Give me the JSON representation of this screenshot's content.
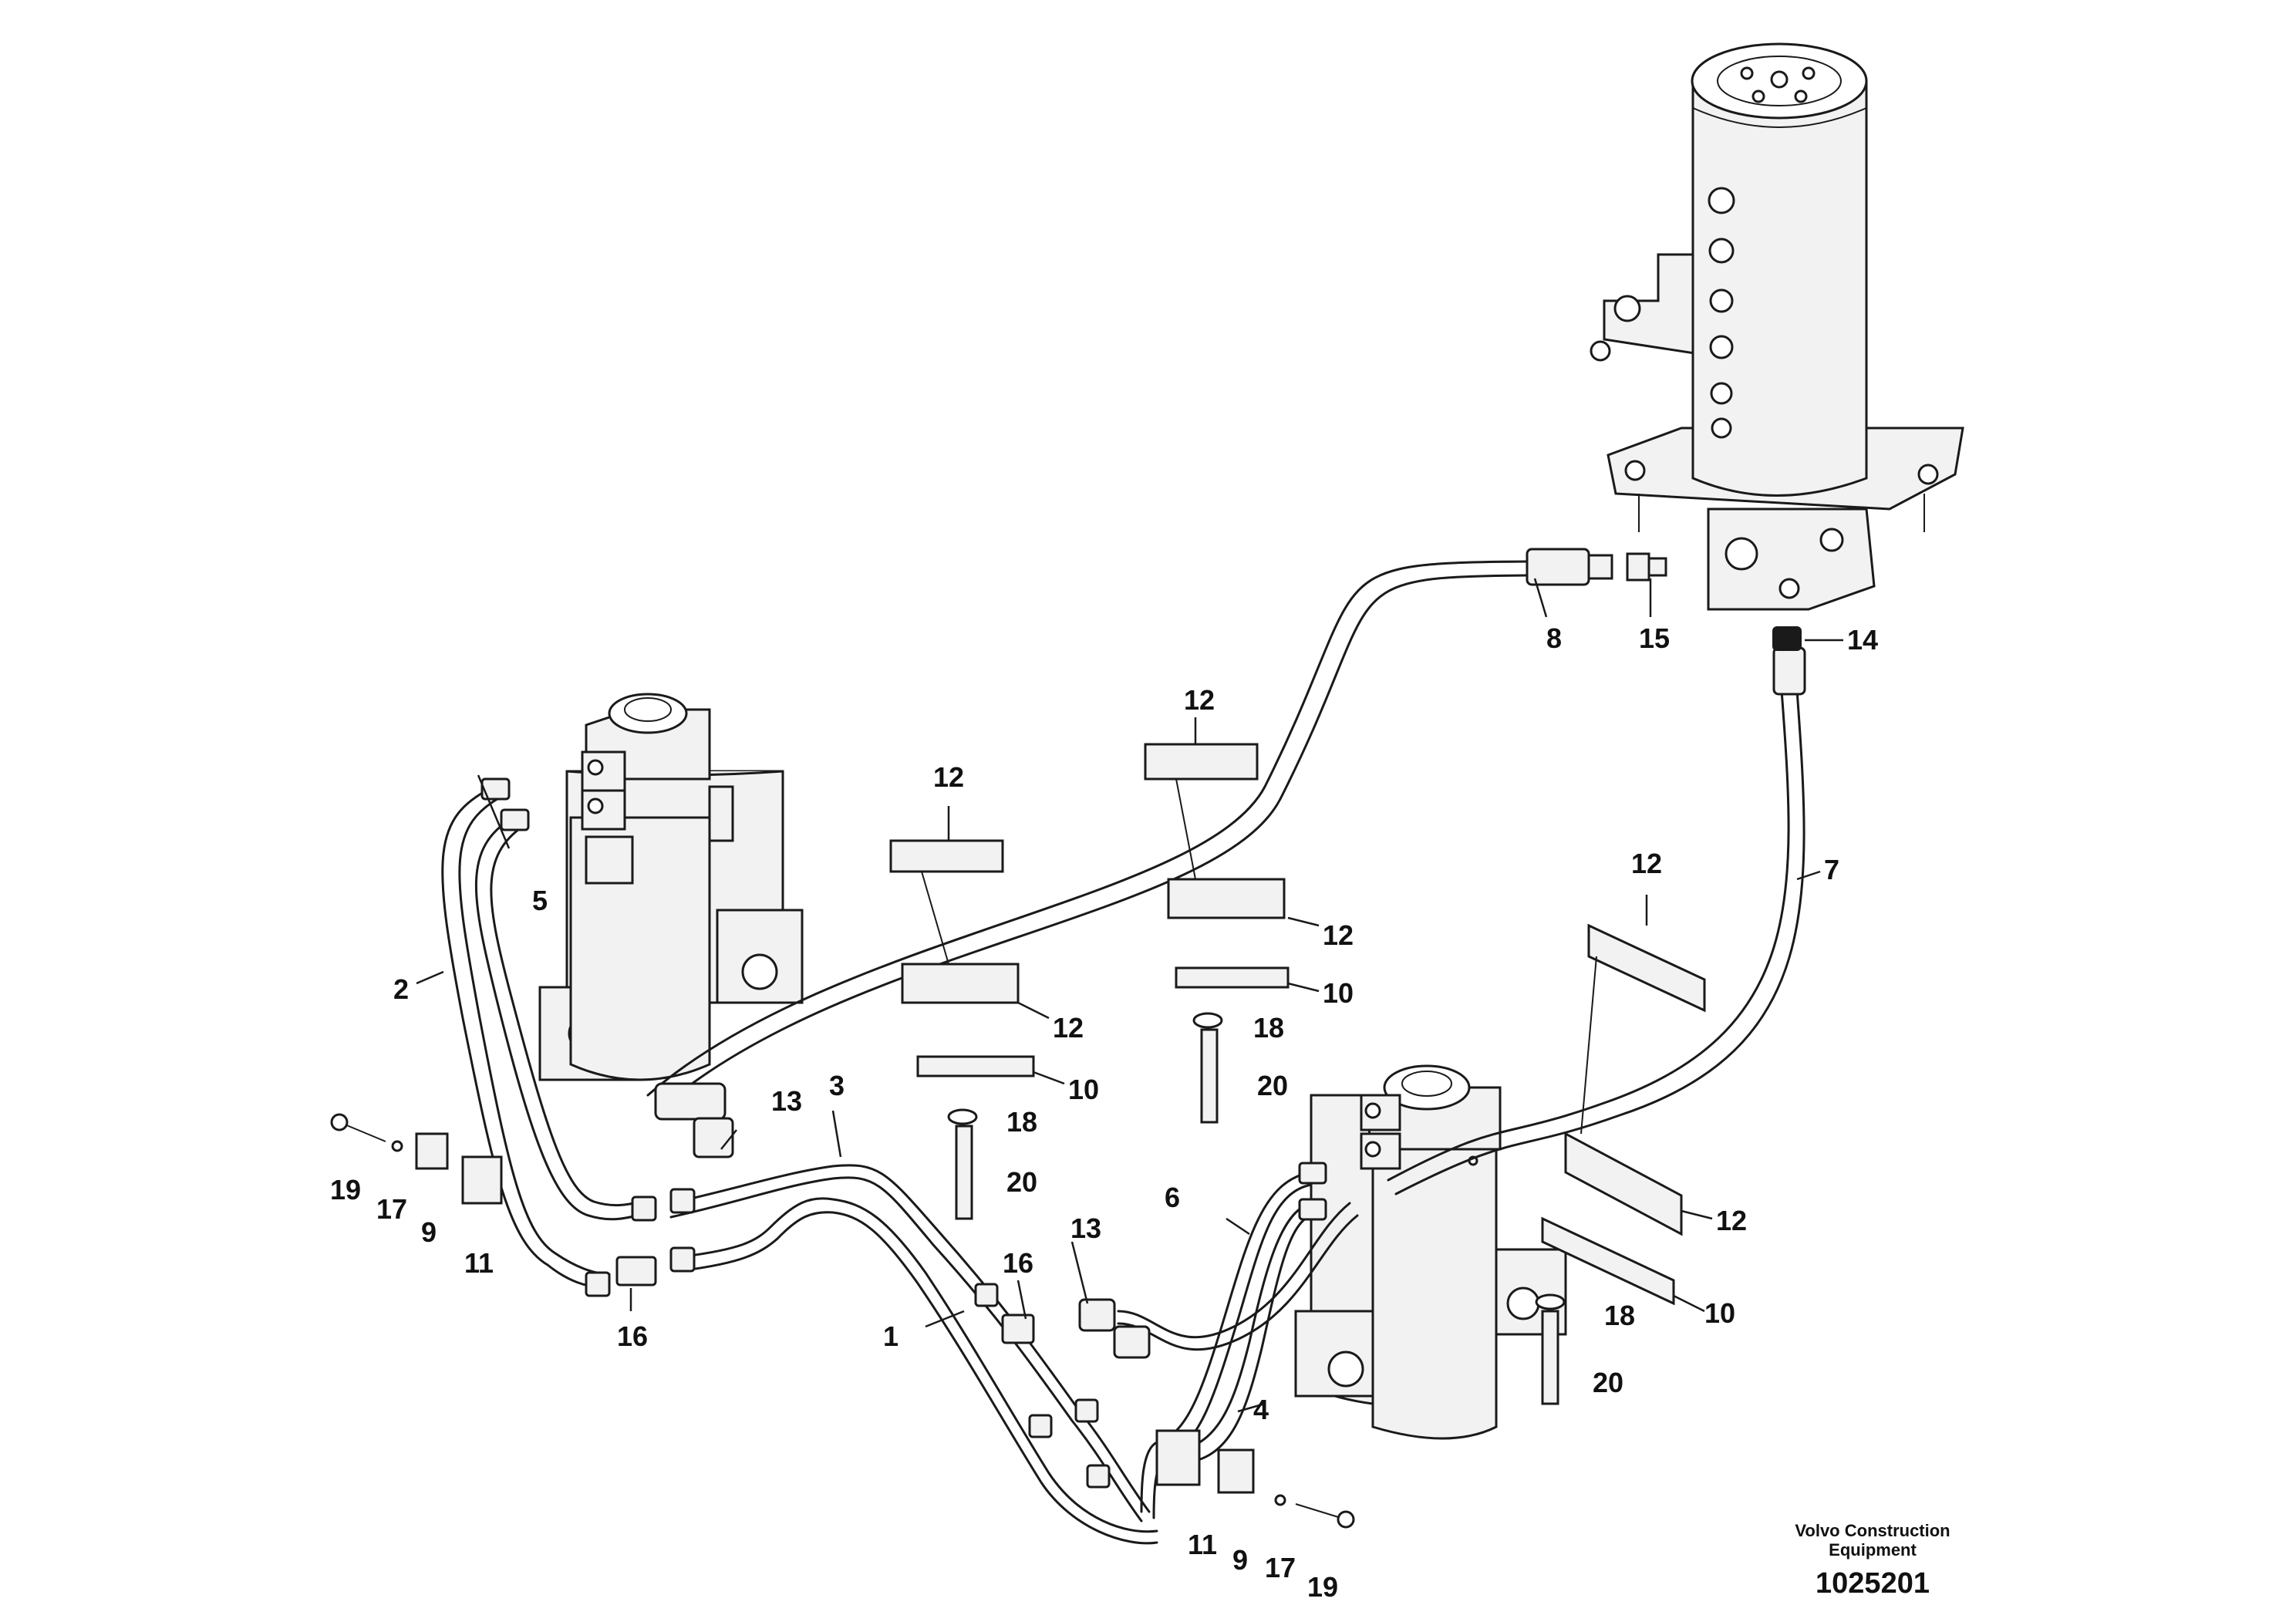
{
  "callouts": {
    "c1": "1",
    "c2": "2",
    "c3": "3",
    "c4": "4",
    "c5": "5",
    "c6": "6",
    "c7": "7",
    "c8": "8",
    "c9a": "9",
    "c9b": "9",
    "c10a": "10",
    "c10b": "10",
    "c10c": "10",
    "c11a": "11",
    "c11b": "11",
    "c12a": "12",
    "c12b": "12",
    "c12c": "12",
    "c12d": "12",
    "c12e": "12",
    "c12f": "12",
    "c13a": "13",
    "c13b": "13",
    "c14": "14",
    "c15": "15",
    "c16a": "16",
    "c16b": "16",
    "c17a": "17",
    "c17b": "17",
    "c18a": "18",
    "c18b": "18",
    "c18c": "18",
    "c19a": "19",
    "c19b": "19",
    "c20a": "20",
    "c20b": "20",
    "c20c": "20"
  },
  "footer": {
    "brand_line1": "Volvo Construction",
    "brand_line2": "Equipment",
    "drawing_number": "1025201"
  }
}
